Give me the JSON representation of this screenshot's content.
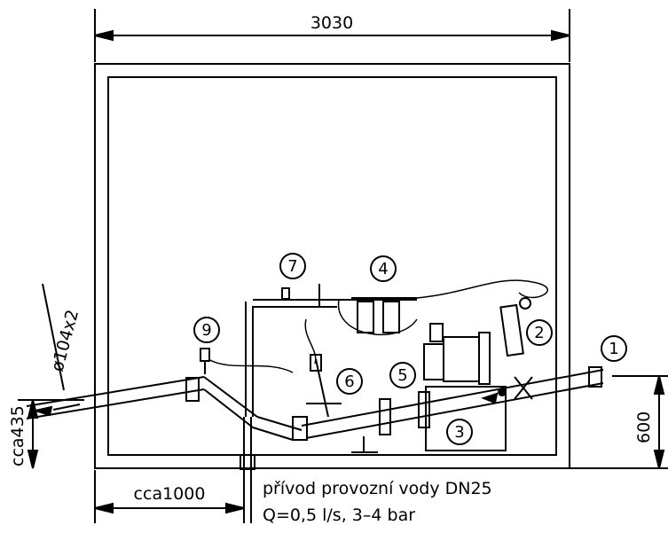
{
  "dimensions": {
    "width_total": "3030",
    "height_pipe": "600",
    "height_outlet": "cca435",
    "length_inlet": "cca1000",
    "pipe_diameter": "ø104x2"
  },
  "callouts": [
    "1",
    "2",
    "3",
    "4",
    "5",
    "6",
    "7",
    "9"
  ],
  "note": {
    "line1": "přívod provozní vody DN25",
    "line2": "Q=0,5 l/s, 3–4 bar"
  }
}
